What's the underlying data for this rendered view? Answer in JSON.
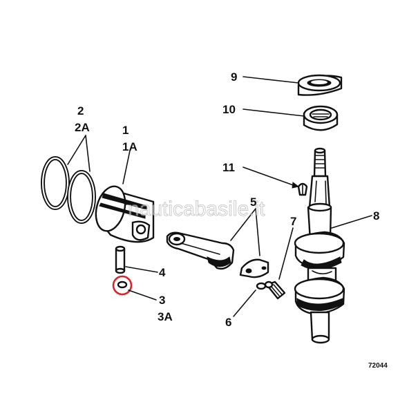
{
  "callouts": {
    "c1": "1",
    "c1a": "1A",
    "c2": "2",
    "c2a": "2A",
    "c3": "3",
    "c3a": "3A",
    "c4": "4",
    "c5": "5",
    "c6": "6",
    "c7": "7",
    "c8": "8",
    "c9": "9",
    "c10": "10",
    "c11": "11"
  },
  "figure_number": "72044",
  "watermark": "nauticabasile.it",
  "highlight_color": "#d9242a"
}
